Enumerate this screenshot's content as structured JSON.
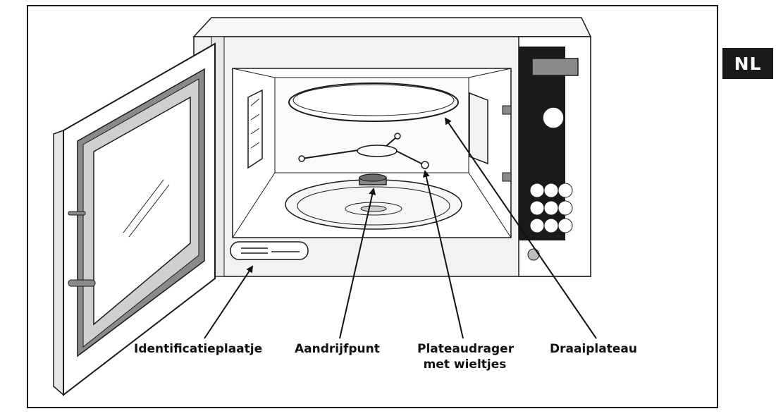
{
  "language_badge": "NL",
  "labels": {
    "identification_plate": "Identificatieplaatje",
    "drive_point": "Aandrijfpunt",
    "turntable_support_line1": "Plateaudrager",
    "turntable_support_line2": "met wieltjes",
    "turntable": "Draaiplateau"
  },
  "colors": {
    "door_frame_gray": "#8a8a8a",
    "control_panel_dark": "#1a1a1a",
    "outline": "#1a1a1a",
    "panel_fill": "#f4f4f4"
  }
}
